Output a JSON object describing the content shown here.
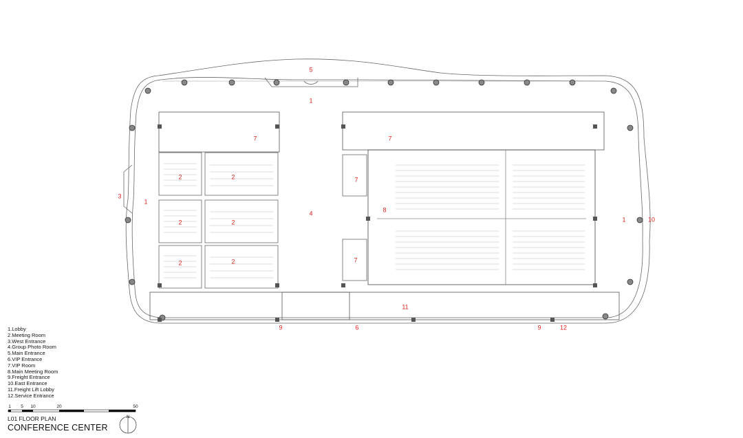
{
  "drawing": {
    "level": "L01 FLOOR PLAN",
    "title": "CONFERENCE CENTER",
    "north_label": "N",
    "accent_color": "#e0231f",
    "line_color": "#555555"
  },
  "legend": [
    "1.Lobby",
    "2.Meeting Room",
    "3.West Entrance",
    "4.Group Photo Room",
    "5.Main Entrance",
    "6.VIP Entrance",
    "7.VIP Room",
    "8.Main Meeting Room",
    "9.Freight Entrance",
    "10.East Entrance",
    "11.Freight Lift Lobby",
    "12.Service Entrance"
  ],
  "scale_bar": [
    "1",
    "5",
    "10",
    "20",
    "50"
  ],
  "room_numbers": {
    "main_entrance": "5",
    "lobby_north": "1",
    "lobby_west": "1",
    "lobby_east": "1",
    "west_entrance": "3",
    "east_entrance": "10",
    "group_photo": "4",
    "main_meeting": "8",
    "meeting_1": "2",
    "meeting_2": "2",
    "meeting_3": "2",
    "meeting_4": "2",
    "meeting_5": "2",
    "meeting_6": "2",
    "vip_1": "7",
    "vip_2": "7",
    "vip_3": "7",
    "vip_4": "7",
    "freight_1": "9",
    "freight_2": "9",
    "vip_entrance": "6",
    "freight_lift": "11",
    "service": "12"
  }
}
